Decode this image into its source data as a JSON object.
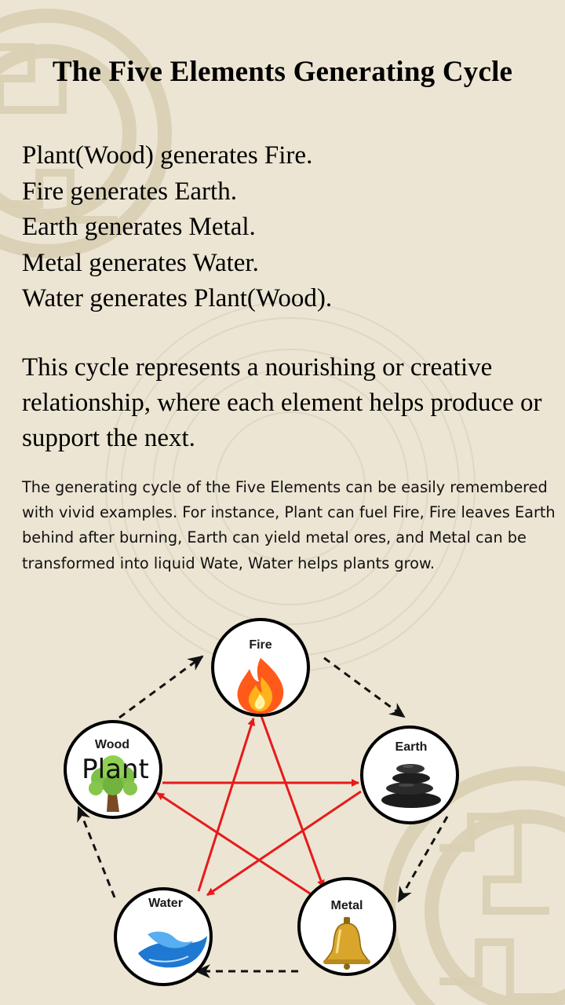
{
  "title": "The Five Elements Generating Cycle",
  "cycle_lines": [
    "Plant(Wood) generates Fire.",
    "Fire generates Earth.",
    "Earth generates Metal.",
    "Metal generates Water.",
    "Water generates Plant(Wood)."
  ],
  "description": "This cycle represents a nourishing or creative relationship, where each element helps produce or support the next.",
  "paragraph": "The generating cycle of the Five Elements can be easily remembered with vivid examples. For instance, Plant can fuel Fire, Fire leaves Earth behind after burning, Earth can yield metal ores, and Metal can be transformed into liquid Wate, Water helps plants grow.",
  "elements": {
    "fire": {
      "label": "Fire",
      "icon": "flame-icon"
    },
    "earth": {
      "label": "Earth",
      "icon": "stacked-stones-icon"
    },
    "metal": {
      "label": "Metal",
      "icon": "bell-icon"
    },
    "water": {
      "label": "Water",
      "icon": "wave-icon"
    },
    "wood": {
      "label": "Wood",
      "sublabel": "Plant",
      "icon": "tree-icon"
    }
  },
  "colors": {
    "star_arrows": "#e51b1b",
    "cycle_arrows": "#111111",
    "background": "#ece5d3"
  }
}
